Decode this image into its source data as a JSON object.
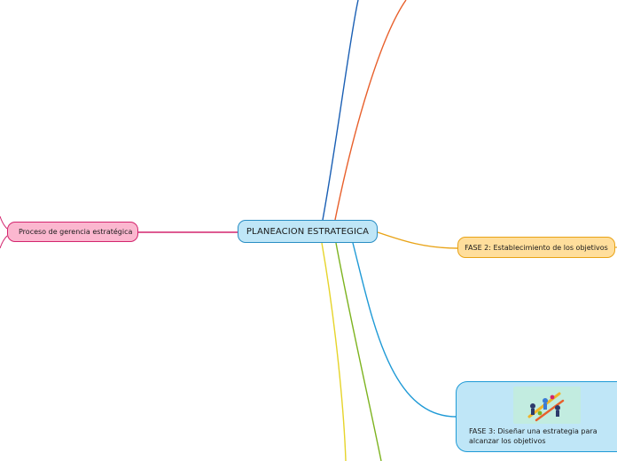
{
  "mindmap": {
    "central": {
      "label": "PLANEACION ESTRATEGICA"
    },
    "branches": {
      "proceso": {
        "label": "Proceso de gerencia estratégica",
        "color": "#d3256e",
        "fill": "#fbb7cf"
      },
      "fase2": {
        "label": "FASE 2: Establecimiento de los objetivos",
        "color": "#e9a316",
        "fill": "#ffde9c"
      },
      "fase3": {
        "label": "FASE 3: Diseñar una estrategia para alcanzar los objetivos",
        "color": "#1f9ad6",
        "fill": "#bfe6f7"
      }
    },
    "connector_colors": {
      "dark_blue": "#1a5fb4",
      "orange": "#e8602c",
      "yellow": "#e6d42a",
      "green": "#7db31f",
      "sky_blue": "#1f9ad6",
      "pink": "#d3256e",
      "amber": "#e9a316"
    },
    "central_color": "#2a8ec4",
    "fase3_image_icon": "people-with-pencils-illustration"
  }
}
